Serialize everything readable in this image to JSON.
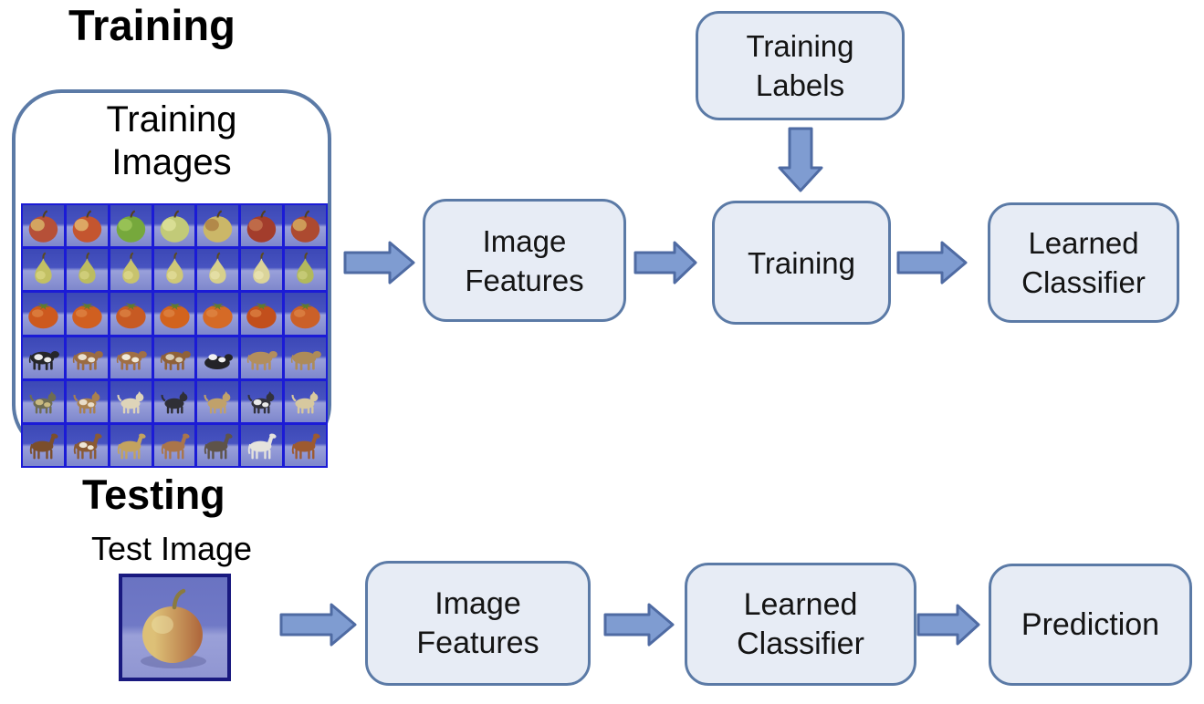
{
  "headings": {
    "training": "Training",
    "testing": "Testing"
  },
  "panels": {
    "training_images": {
      "line1": "Training",
      "line2": "Images"
    }
  },
  "boxes": {
    "image_features_top": {
      "line1": "Image",
      "line2": "Features"
    },
    "training_box": {
      "line1": "Training"
    },
    "training_labels": {
      "line1": "Training",
      "line2": "Labels"
    },
    "learned_classifier_top": {
      "line1": "Learned",
      "line2": "Classifier"
    },
    "image_features_bottom": {
      "line1": "Image",
      "line2": "Features"
    },
    "learned_classifier_bottom": {
      "line1": "Learned",
      "line2": "Classifier"
    },
    "prediction": {
      "line1": "Prediction"
    }
  },
  "test_image": {
    "label": "Test Image",
    "content": "apple on blue background"
  },
  "arrows": [
    {
      "name": "training-images-to-image-features",
      "direction": "right"
    },
    {
      "name": "image-features-to-training",
      "direction": "right"
    },
    {
      "name": "training-labels-to-training",
      "direction": "down"
    },
    {
      "name": "training-to-learned-classifier",
      "direction": "right"
    },
    {
      "name": "test-image-to-image-features",
      "direction": "right"
    },
    {
      "name": "image-features-to-learned-classifier",
      "direction": "right"
    },
    {
      "name": "learned-classifier-to-prediction",
      "direction": "right"
    }
  ],
  "colors": {
    "box_fill": "#e7ecf5",
    "box_border": "#5b7aa6",
    "arrow_fill": "#7f9cd1",
    "arrow_border": "#4f6ba3",
    "panel_border": "#5b7aa6",
    "grid_line": "#1b1bd6",
    "cell_bg_top": "#3c48b6",
    "cell_bg_bottom": "#7e87cc",
    "text": "#141414",
    "test_image_border": "#19197f",
    "test_image_bg_top": "#6a73c2",
    "test_image_bg_bottom": "#9096d2",
    "test_apple_light": "#ddc077",
    "test_apple_dark": "#b06a3e"
  },
  "training_grid": {
    "rows": [
      {
        "category": "apples",
        "type": "apple",
        "cells": [
          {
            "c": "#b65038",
            "c2": "#dec06e"
          },
          {
            "c": "#c4552f",
            "c2": "#e5c377"
          },
          {
            "c": "#76a83c",
            "c2": "#a3c95e"
          },
          {
            "c": "#c2ca78",
            "c2": "#e0e49e"
          },
          {
            "c": "#cbb768",
            "c2": "#a9793f"
          },
          {
            "c": "#a33d2c",
            "c2": "#c87952"
          },
          {
            "c": "#ad4a30",
            "c2": "#d9b766"
          }
        ]
      },
      {
        "category": "pears",
        "type": "pear",
        "cells": [
          {
            "c": "#c2c063",
            "c2": "#e0dc8e"
          },
          {
            "c": "#bcbc60",
            "c2": "#dcd88a"
          },
          {
            "c": "#c8c36d",
            "c2": "#e4df96"
          },
          {
            "c": "#cfc878",
            "c2": "#e8e3a4"
          },
          {
            "c": "#d7d08c",
            "c2": "#ece7b4"
          },
          {
            "c": "#dbd49a",
            "c2": "#efeabc"
          },
          {
            "c": "#b2b95c",
            "c2": "#d2d486"
          }
        ]
      },
      {
        "category": "tomatoes",
        "type": "tomato",
        "cells": [
          {
            "c": "#cd591e"
          },
          {
            "c": "#d05f20"
          },
          {
            "c": "#c75a23"
          },
          {
            "c": "#d2631e"
          },
          {
            "c": "#d56a26"
          },
          {
            "c": "#c24f1c"
          },
          {
            "c": "#cb6028"
          }
        ]
      },
      {
        "category": "cows",
        "type": "cow",
        "cells": [
          {
            "c": "#26262a",
            "p": "#ececec"
          },
          {
            "c": "#9a6b42",
            "p": "#e9e0cf"
          },
          {
            "c": "#a06f45",
            "p": "#f0e9da"
          },
          {
            "c": "#8f6139",
            "p": "#d8ccb6"
          },
          {
            "c": "#232327",
            "p": "#f1f1f1",
            "l": 1
          },
          {
            "c": "#b28e5d"
          },
          {
            "c": "#ad8b59"
          }
        ]
      },
      {
        "category": "dogs",
        "type": "dog",
        "cells": [
          {
            "c": "#6e6c52",
            "p": "#c9ba80"
          },
          {
            "c": "#a9804e",
            "p": "#e9ddc9"
          },
          {
            "c": "#ded4b9"
          },
          {
            "c": "#2f2f36"
          },
          {
            "c": "#c0a16b"
          },
          {
            "c": "#32323c",
            "p": "#e9e9e9"
          },
          {
            "c": "#d7c89f"
          }
        ]
      },
      {
        "category": "horses",
        "type": "horse",
        "cells": [
          {
            "c": "#7b4e2c"
          },
          {
            "c": "#8a5a34",
            "p": "#efe6d5"
          },
          {
            "c": "#c3a35f"
          },
          {
            "c": "#aa754a"
          },
          {
            "c": "#5e5349"
          },
          {
            "c": "#e5e3dd"
          },
          {
            "c": "#9d5a30"
          }
        ]
      }
    ]
  }
}
